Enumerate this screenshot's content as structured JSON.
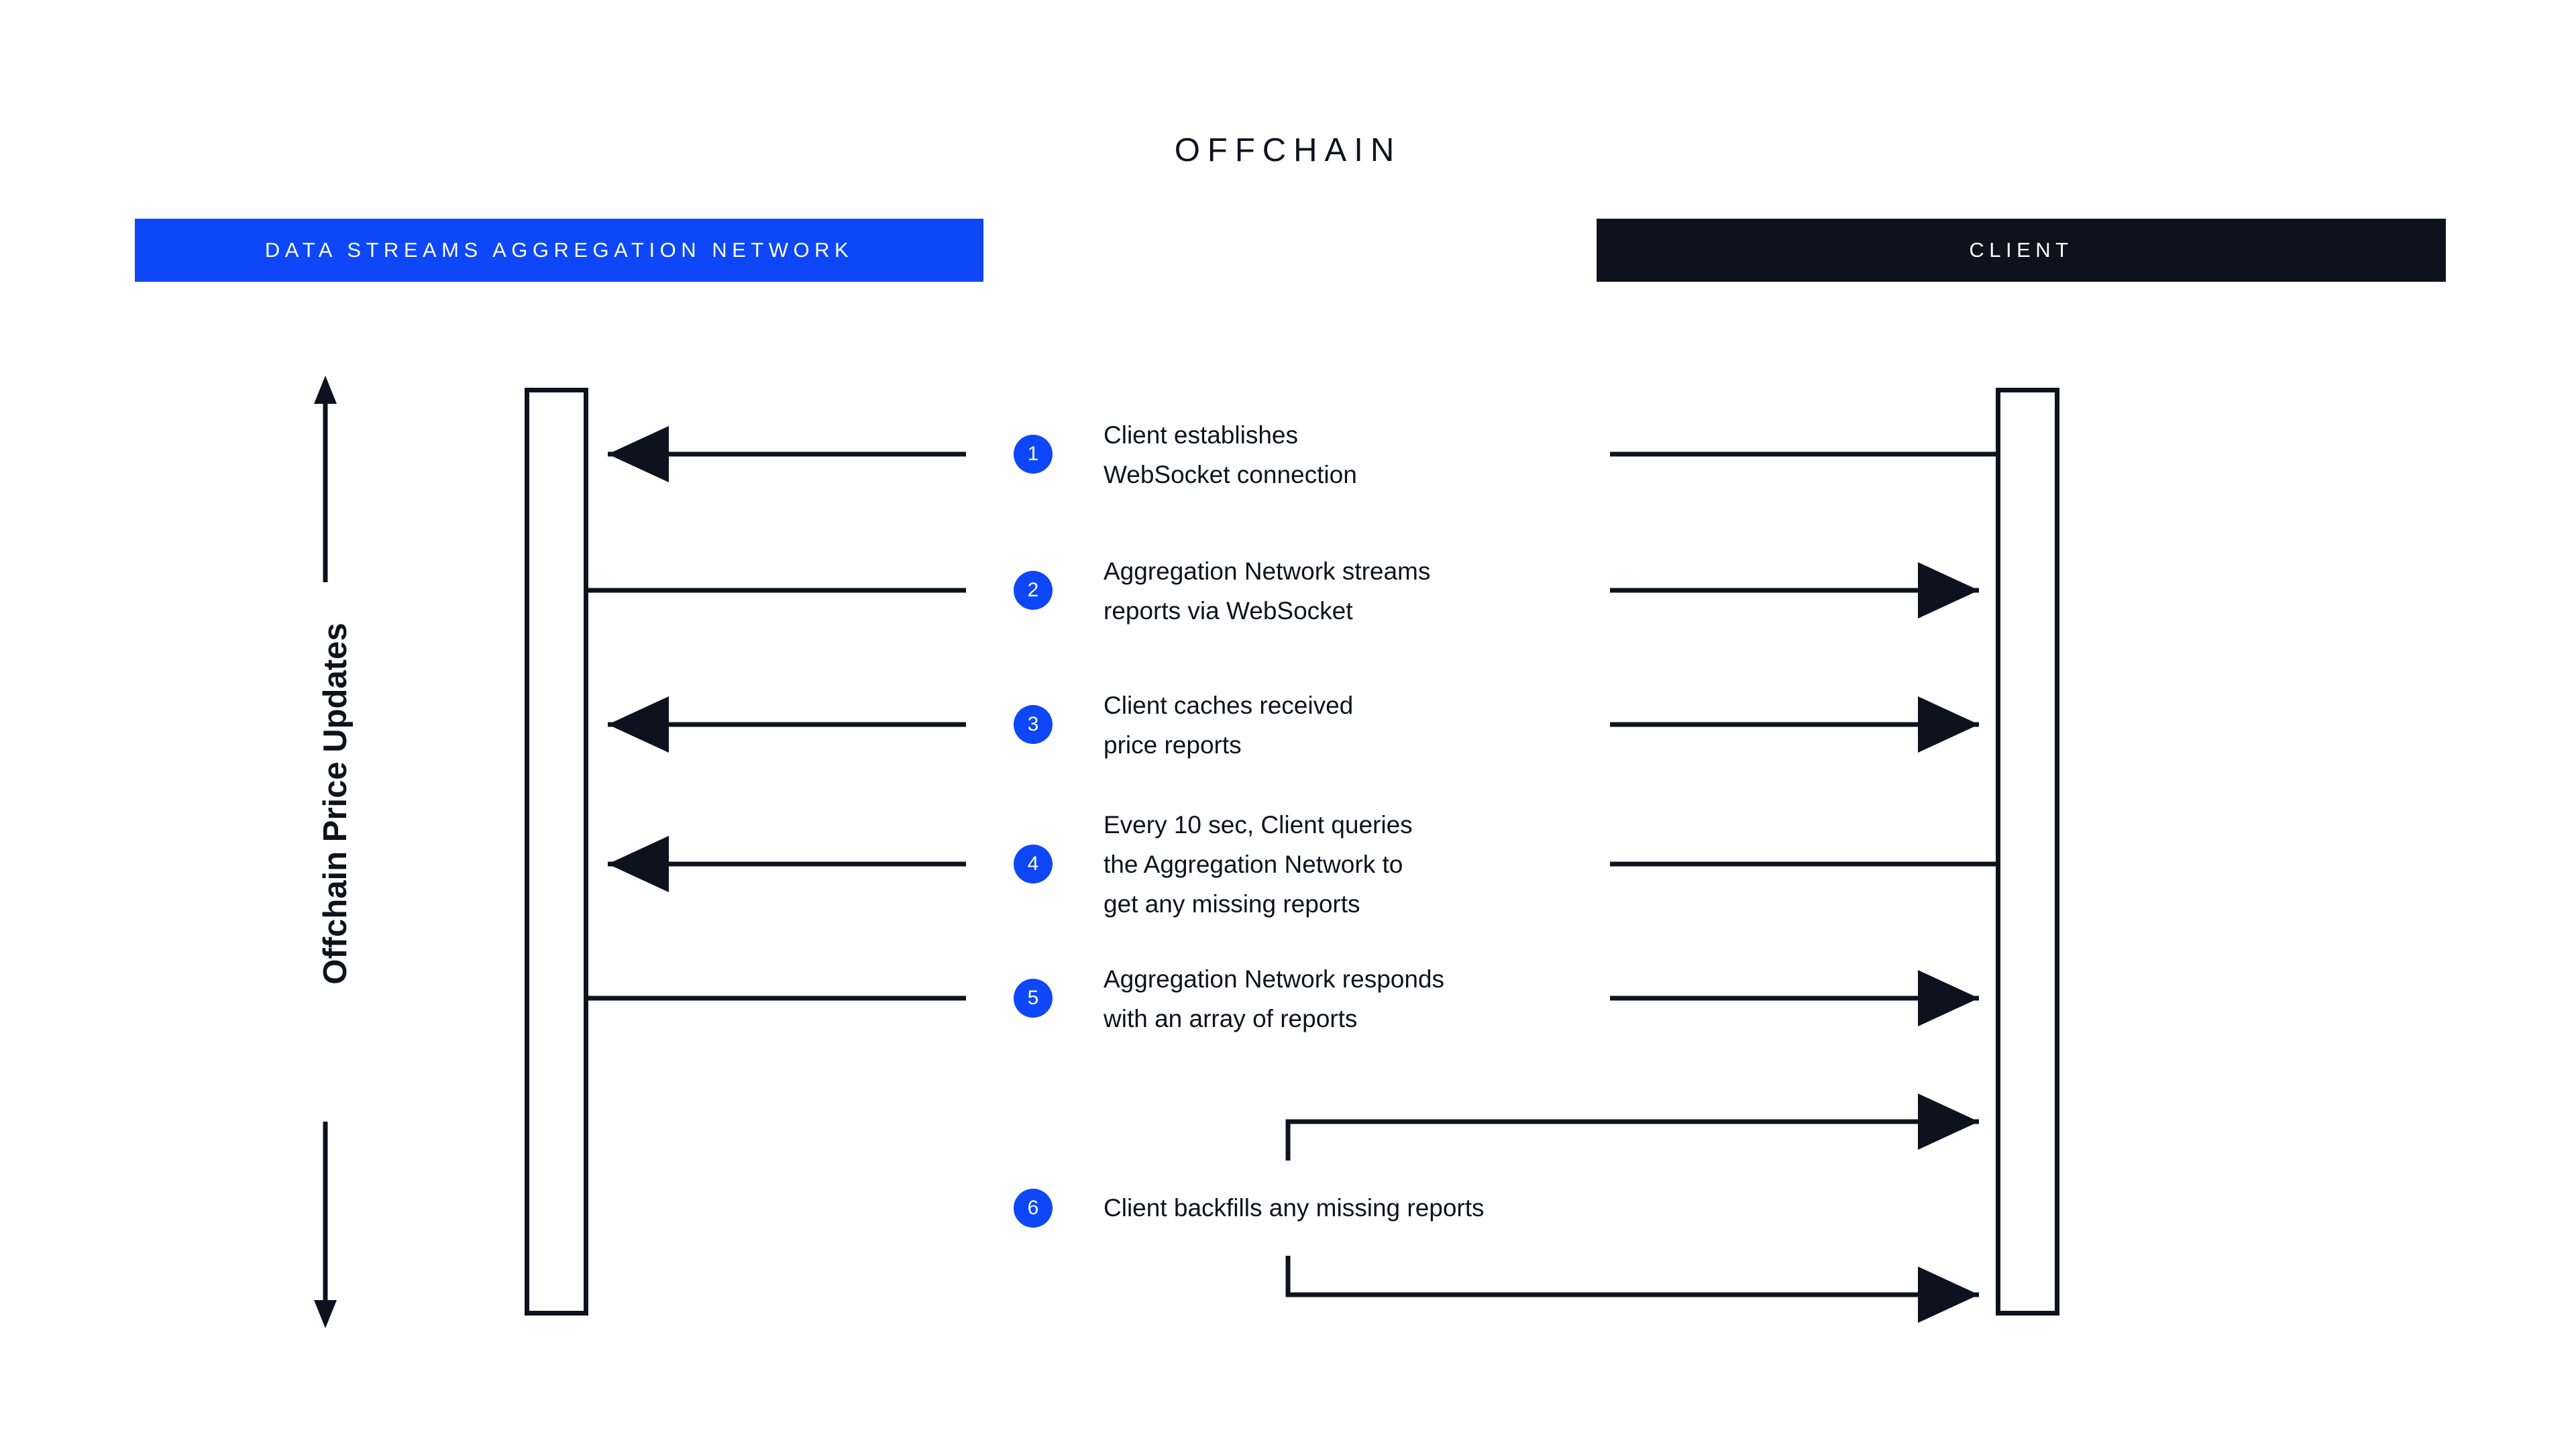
{
  "title": "OFFCHAIN",
  "colors": {
    "accent_blue": "#0d47f7",
    "dark": "#0d131e",
    "background": "#ffffff",
    "line": "#0d131e"
  },
  "lanes": [
    {
      "id": "aggregation",
      "label": "DATA STREAMS AGGREGATION NETWORK",
      "band_color": "#0d47f7"
    },
    {
      "id": "client",
      "label": "CLIENT",
      "band_color": "#0d131e"
    }
  ],
  "axis": {
    "label": "Offchain Price Updates",
    "direction": "double",
    "top_arrow": "up-arrow-icon",
    "bottom_arrow": "down-arrow-icon"
  },
  "steps": [
    {
      "number": "1",
      "text": "Client establishes\nWebSocket connection",
      "left_arrow": "left",
      "right_arrow": "none"
    },
    {
      "number": "2",
      "text": "Aggregation Network streams\nreports via WebSocket",
      "left_arrow": "none",
      "right_arrow": "right"
    },
    {
      "number": "3",
      "text": "Client caches received\nprice reports",
      "left_arrow": "left",
      "right_arrow": "right"
    },
    {
      "number": "4",
      "text": "Every 10 sec, Client queries\nthe Aggregation Network to\nget any missing reports",
      "left_arrow": "left",
      "right_arrow": "none"
    },
    {
      "number": "5",
      "text": "Aggregation Network responds\nwith an array of reports",
      "left_arrow": "none",
      "right_arrow": "right"
    },
    {
      "number": "6",
      "text": "Client backfills any missing reports",
      "left_arrow": "none",
      "right_arrow": "self-loop-double"
    }
  ]
}
